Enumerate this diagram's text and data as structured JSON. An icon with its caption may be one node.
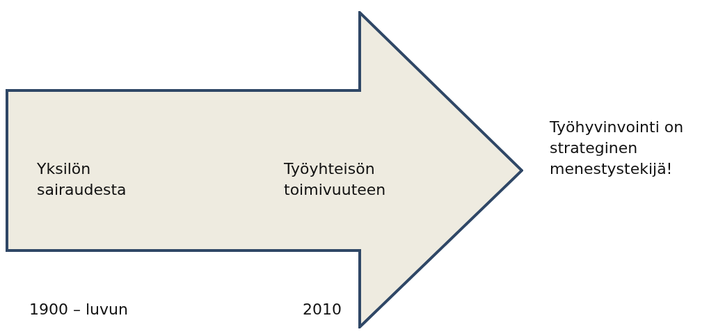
{
  "diagram": {
    "nodes": [
      {
        "text": [
          "Yksilön sairaudesta",
          "Työyhteisön toimivuuteen"
        ],
        "beside": [
          "Työhyvinvointi on strateginen menestystekijä!"
        ]
      }
    ],
    "labels": [
      "1900 – luvun",
      "2010"
    ]
  }
}
